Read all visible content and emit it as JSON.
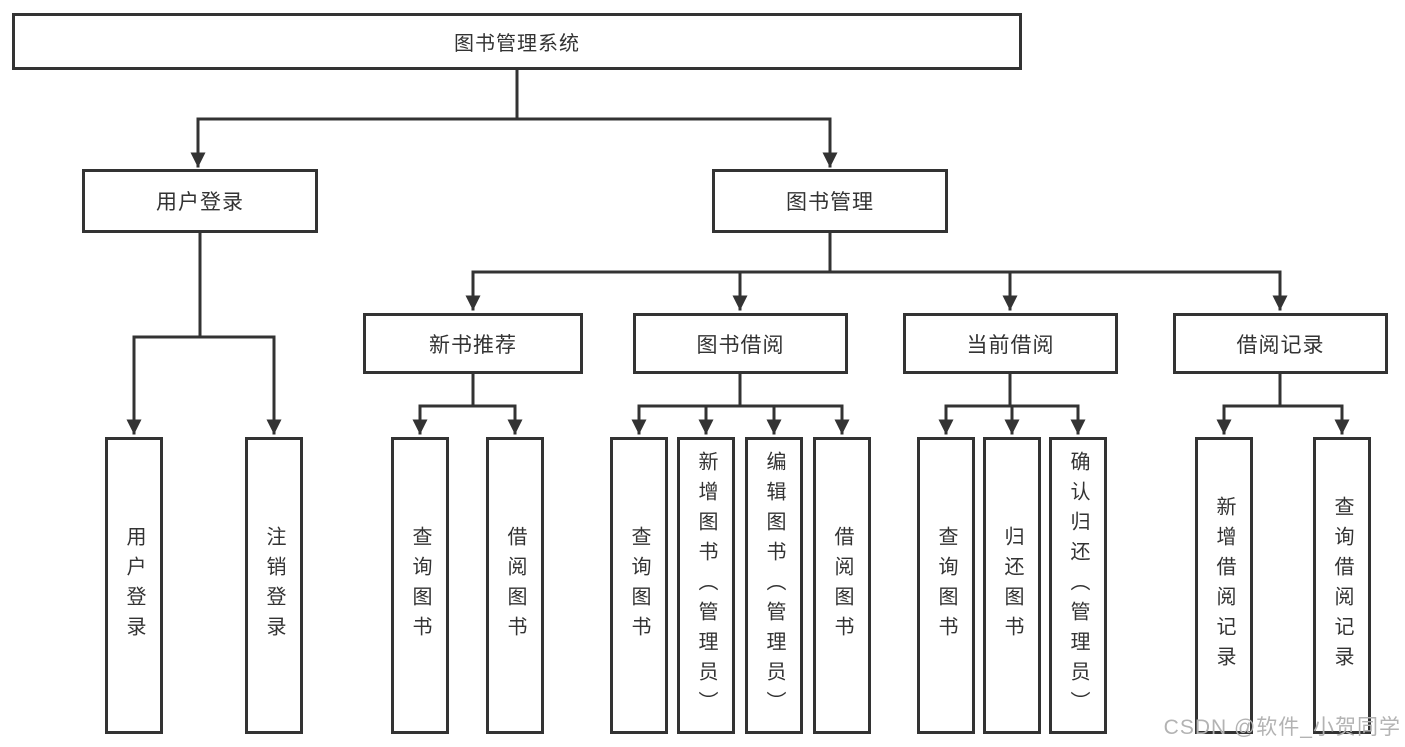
{
  "colors": {
    "line": "#333333",
    "text": "#333333",
    "watermark": "#b3b3b3",
    "background": "#ffffff"
  },
  "diagram": {
    "root": {
      "label": "图书管理系统"
    },
    "branches": [
      {
        "label": "用户登录",
        "children": [
          {
            "label": "用户登录"
          },
          {
            "label": "注销登录"
          }
        ]
      },
      {
        "label": "图书管理",
        "children": [
          {
            "label": "新书推荐",
            "children": [
              {
                "label": "查询图书"
              },
              {
                "label": "借阅图书"
              }
            ]
          },
          {
            "label": "图书借阅",
            "children": [
              {
                "label": "查询图书"
              },
              {
                "label": "新增图书（管理员）"
              },
              {
                "label": "编辑图书（管理员）"
              },
              {
                "label": "借阅图书"
              }
            ]
          },
          {
            "label": "当前借阅",
            "children": [
              {
                "label": "查询图书"
              },
              {
                "label": "归还图书"
              },
              {
                "label": "确认归还（管理员）"
              }
            ]
          },
          {
            "label": "借阅记录",
            "children": [
              {
                "label": "新增借阅记录"
              },
              {
                "label": "查询借阅记录"
              }
            ]
          }
        ]
      }
    ]
  },
  "watermark": {
    "text": "CSDN @软件_小贺同学"
  }
}
